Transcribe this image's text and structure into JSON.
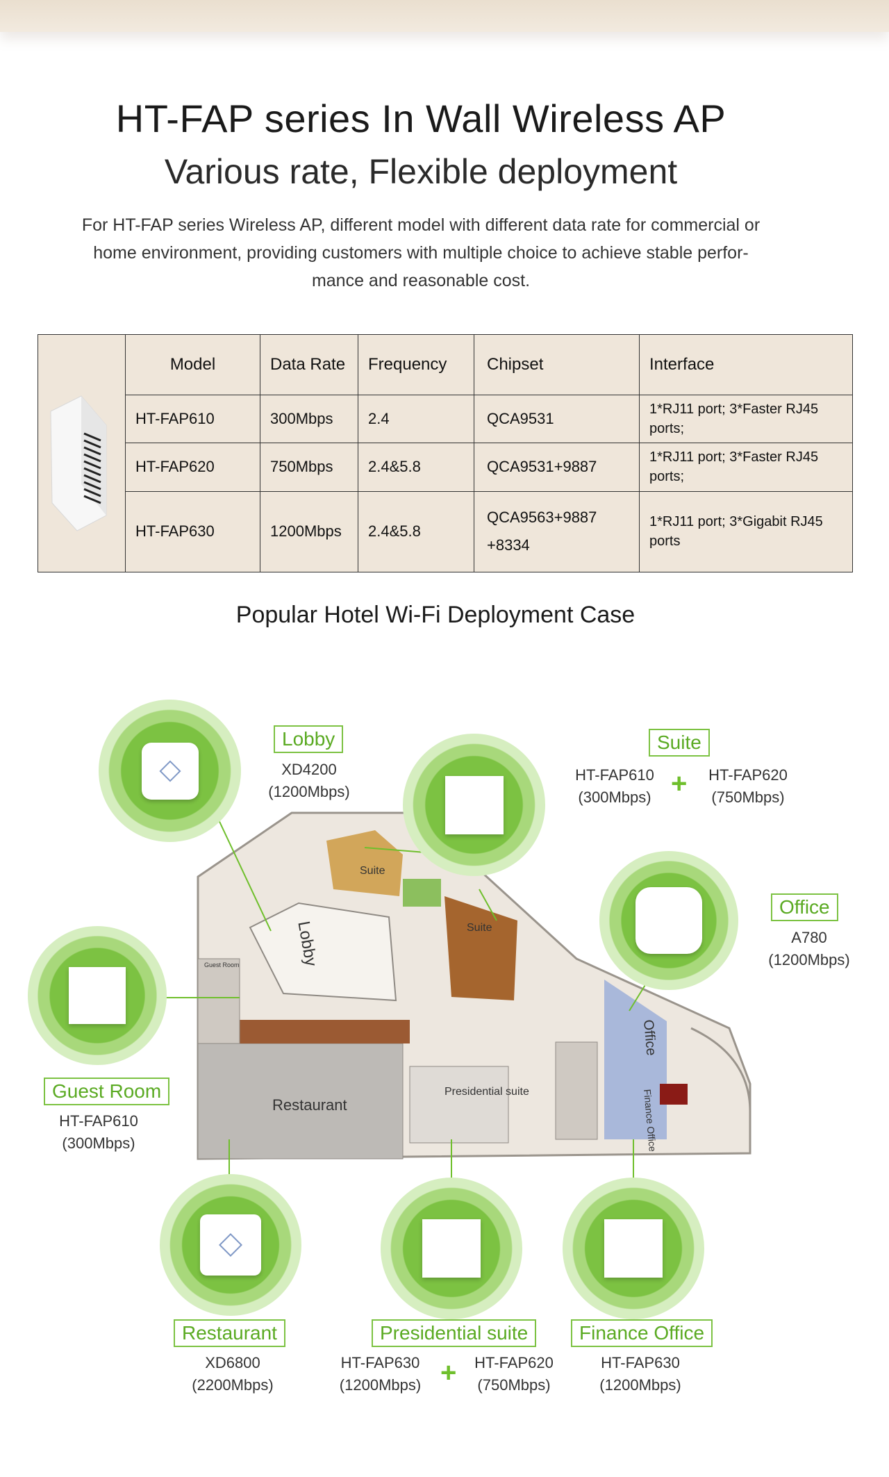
{
  "header": {
    "title": "HT-FAP series In Wall Wireless AP",
    "subtitle": "Various rate, Flexible deployment",
    "description": "For HT-FAP series Wireless AP, different model with different data rate for commercial or home environment, providing customers with multiple choice to achieve stable perfor-mance and reasonable cost."
  },
  "spec_table": {
    "columns": [
      "Model",
      "Data Rate",
      "Frequency",
      "Chipset",
      "Interface"
    ],
    "rows": [
      {
        "model": "HT-FAP610",
        "rate": "300Mbps",
        "freq": "2.4",
        "chipset": "QCA9531",
        "interface": "1*RJ11 port; 3*Faster RJ45 ports;"
      },
      {
        "model": "HT-FAP620",
        "rate": "750Mbps",
        "freq": "2.4&5.8",
        "chipset": "QCA9531+9887",
        "interface": "1*RJ11 port; 3*Faster RJ45 ports;"
      },
      {
        "model": "HT-FAP630",
        "rate": "1200Mbps",
        "freq": "2.4&5.8",
        "chipset": "QCA9563+9887 +8334",
        "interface": "1*RJ11 port; 3*Gigabit RJ45 ports"
      }
    ]
  },
  "deployment": {
    "title": "Popular Hotel Wi-Fi Deployment Case",
    "lobby": {
      "label": "Lobby",
      "model": "XD4200",
      "rate": "(1200Mbps)"
    },
    "suite": {
      "label": "Suite",
      "model_a": "HT-FAP610",
      "rate_a": "(300Mbps)",
      "model_b": "HT-FAP620",
      "rate_b": "(750Mbps)"
    },
    "office": {
      "label": "Office",
      "model": "A780",
      "rate": "(1200Mbps)"
    },
    "guest_room": {
      "label": "Guest Room",
      "model": "HT-FAP610",
      "rate": "(300Mbps)"
    },
    "restaurant": {
      "label": "Restaurant",
      "model": "XD6800",
      "rate": "(2200Mbps)"
    },
    "presidential": {
      "label": "Presidential suite",
      "model_a": "HT-FAP630",
      "rate_a": "(1200Mbps)",
      "model_b": "HT-FAP620",
      "rate_b": "(750Mbps)"
    },
    "finance": {
      "label": "Finance Office",
      "model": "HT-FAP630",
      "rate": "(1200Mbps)"
    },
    "plus_symbol": "+"
  },
  "floor_plan": {
    "lobby": "Lobby",
    "suite": "Suite",
    "restaurant": "Restaurant",
    "presidential_suite": "Presidential suite",
    "office": "Office",
    "finance_office": "Finance Office",
    "guest_room": "Guest Room"
  }
}
